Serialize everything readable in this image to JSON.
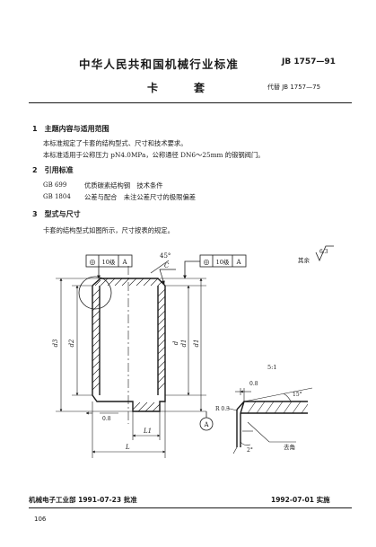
{
  "header": {
    "title": "中华人民共和国机械行业标准",
    "code": "JB 1757—91",
    "name": "卡　套",
    "replaces": "代替 JB 1757—75"
  },
  "sections": [
    {
      "heading": "1　主题内容与适用范围",
      "paragraphs": [
        "本标准规定了卡套的结构型式、尺寸和技术要求。",
        "本标准适用于公称压力 pN4.0MPa，公称通径 DN6～25mm 的锻钢阀门。"
      ]
    },
    {
      "heading": "2　引用标准",
      "refs": [
        {
          "code": "GB 699",
          "title": "优质碳素结构钢　技术条件"
        },
        {
          "code": "GB 1804",
          "title": "公差与配合　未注公差尺寸的极限偏差"
        }
      ]
    },
    {
      "heading": "3　型式与尺寸",
      "paragraphs": [
        "卡套的结构型式如图所示，尺寸按表的规定。"
      ]
    }
  ],
  "drawing": {
    "tol_circ_left": "◎",
    "tol_val_left": "10级",
    "tol_datum_left": "A",
    "tol_circ_right": "◎",
    "tol_val_right": "10级",
    "tol_datum_right": "A",
    "chamfer_angle": "45°",
    "chamfer_c": "C",
    "roughness_value": "6.3",
    "roughness_note": "其余",
    "dim_d3": "d3",
    "dim_d2": "d2",
    "dim_d": "d",
    "dim_d1": "d1",
    "dim_D1": "d1",
    "dim_08_left": "0.8",
    "dim_L1": "L1",
    "dim_L": "L",
    "datum_A": "A",
    "detail_scale": "5:1",
    "detail_08": "0.8",
    "detail_15": "15°",
    "detail_r": "R 0.3",
    "detail_2": "2°",
    "detail_sharp": "去角"
  },
  "footer": {
    "issued": "机械电子工业部 1991-07-23 批准",
    "implemented": "1992-07-01 实施",
    "page": "106"
  }
}
